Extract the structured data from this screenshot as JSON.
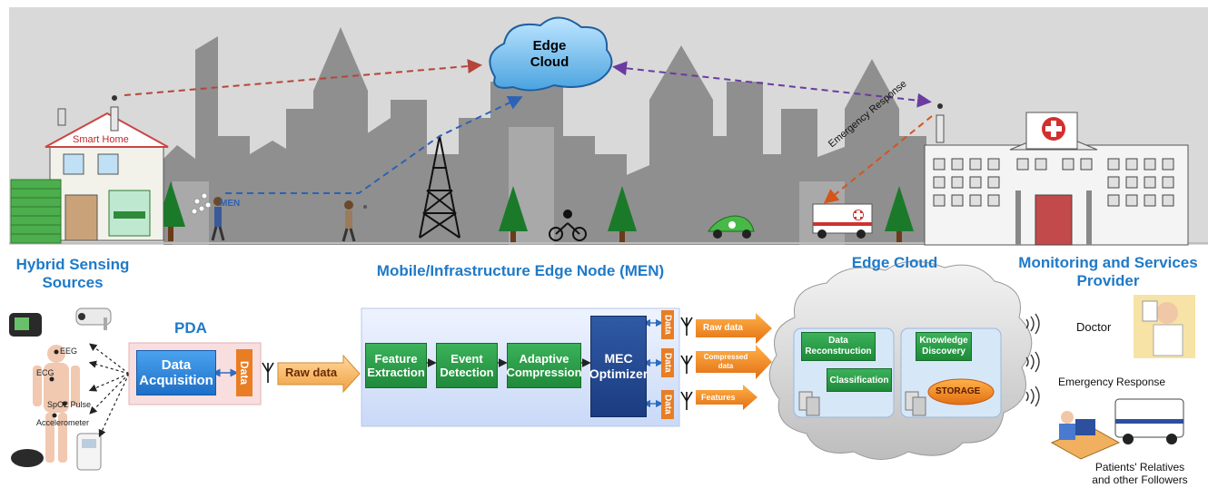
{
  "scene": {
    "edge_cloud_top": "Edge\nCloud",
    "smart_home": "Smart Home",
    "men_tag": "MEN",
    "emergency_response_arrow": "Emergency Response"
  },
  "sections": {
    "hybrid": "Hybrid Sensing\nSources",
    "men": "Mobile/Infrastructure Edge Node (MEN)",
    "edge_cloud": "Edge Cloud",
    "monitoring": "Monitoring and Services\nProvider",
    "pda": "PDA"
  },
  "sensors": {
    "eeg": "EEG",
    "ecg": "ECG",
    "spo2": "SpO2 Pulse",
    "accelerometer": "Accelerometer"
  },
  "pda": {
    "acquisition": "Data\nAcquisition",
    "data_tag": "Data",
    "raw_data_arrow": "Raw data"
  },
  "men_pipeline": {
    "feature_extraction": "Feature\nExtraction",
    "event_detection": "Event\nDetection",
    "adaptive_compression": "Adaptive\nCompression",
    "mec_optimizer": "MEC\nOptimizer",
    "data_tag": "Data",
    "out_raw": "Raw data",
    "out_compressed": "Compressed\ndata",
    "out_features": "Features"
  },
  "cloud": {
    "data_reconstruction": "Data\nReconstruction",
    "classification": "Classification",
    "knowledge_discovery": "Knowledge\nDiscovery",
    "storage": "STORAGE"
  },
  "providers": {
    "doctor": "Doctor",
    "emergency": "Emergency Response",
    "relatives": "Patients' Relatives\nand other Followers"
  },
  "colors": {
    "section_blue": "#1f7ac8",
    "process_green": "#2a9c48",
    "arrow_orange": "#f0a040",
    "sky_gray": "#d9d9d9"
  }
}
